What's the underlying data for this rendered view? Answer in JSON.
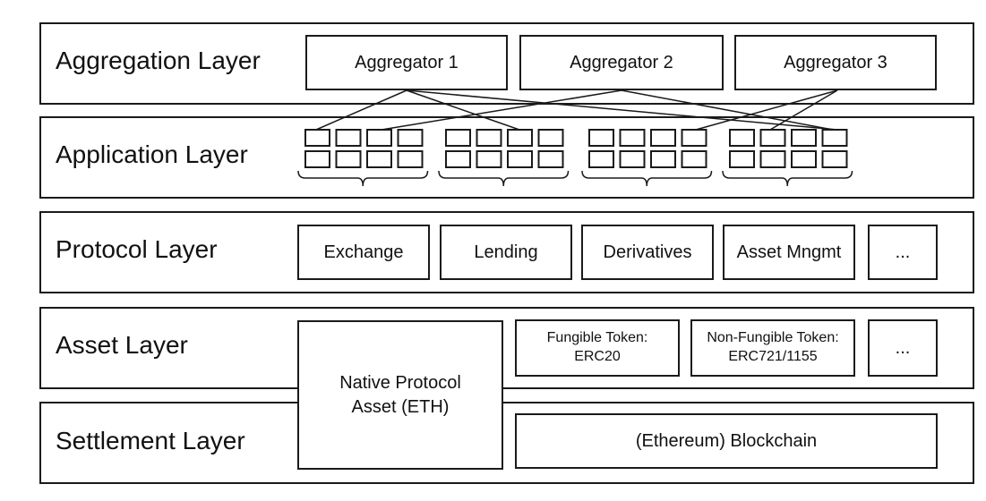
{
  "layers": {
    "aggregation": "Aggregation Layer",
    "application": "Application Layer",
    "protocol": "Protocol Layer",
    "asset": "Asset Layer",
    "settlement": "Settlement Layer"
  },
  "aggregators": [
    "Aggregator 1",
    "Aggregator 2",
    "Aggregator 3"
  ],
  "protocols": [
    "Exchange",
    "Lending",
    "Derivatives",
    "Asset Mngmt",
    "..."
  ],
  "assets": {
    "native_line1": "Native Protocol",
    "native_line2": "Asset (ETH)",
    "fungible_line1": "Fungible Token:",
    "fungible_line2": "ERC20",
    "nonfungible_line1": "Non-Fungible Token:",
    "nonfungible_line2": "ERC721/1155",
    "more": "..."
  },
  "settlement": {
    "blockchain": "(Ethereum) Blockchain"
  }
}
